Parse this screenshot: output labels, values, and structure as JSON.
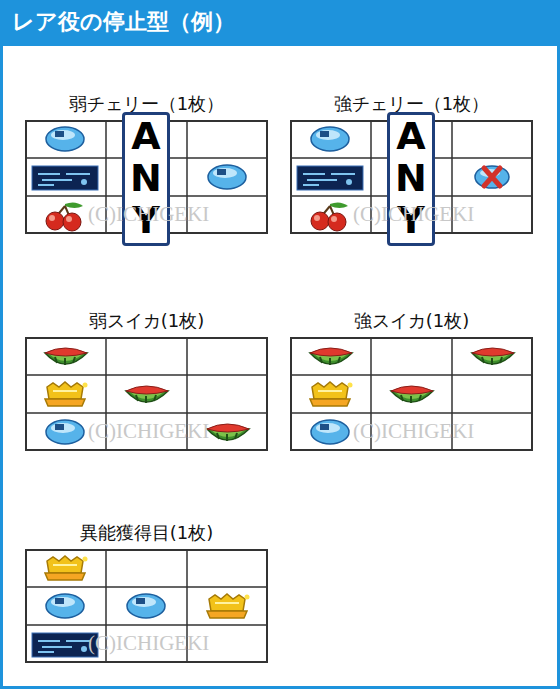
{
  "diagram": {
    "title": "レア役の停止型（例）",
    "nodes": [
      {
        "text": [
          "弱チェリー（1枚）"
        ]
      },
      {
        "text": [
          "ANY"
        ],
        "in": 0
      },
      {
        "text": [
          "強チェリー（1枚）"
        ]
      },
      {
        "text": [
          "ANY"
        ],
        "in": 2
      },
      {
        "text": [
          "弱スイカ(1枚)"
        ]
      },
      {
        "text": [
          "強スイカ(1枚)"
        ]
      },
      {
        "text": [
          "異能獲得目(1枚)"
        ]
      }
    ],
    "labels": [
      "(C)ICHIGEKI",
      "(C)ICHIGEKI",
      "(C)ICHIGEKI",
      "(C)ICHIGEKI",
      "(C)ICHIGEKI"
    ]
  }
}
